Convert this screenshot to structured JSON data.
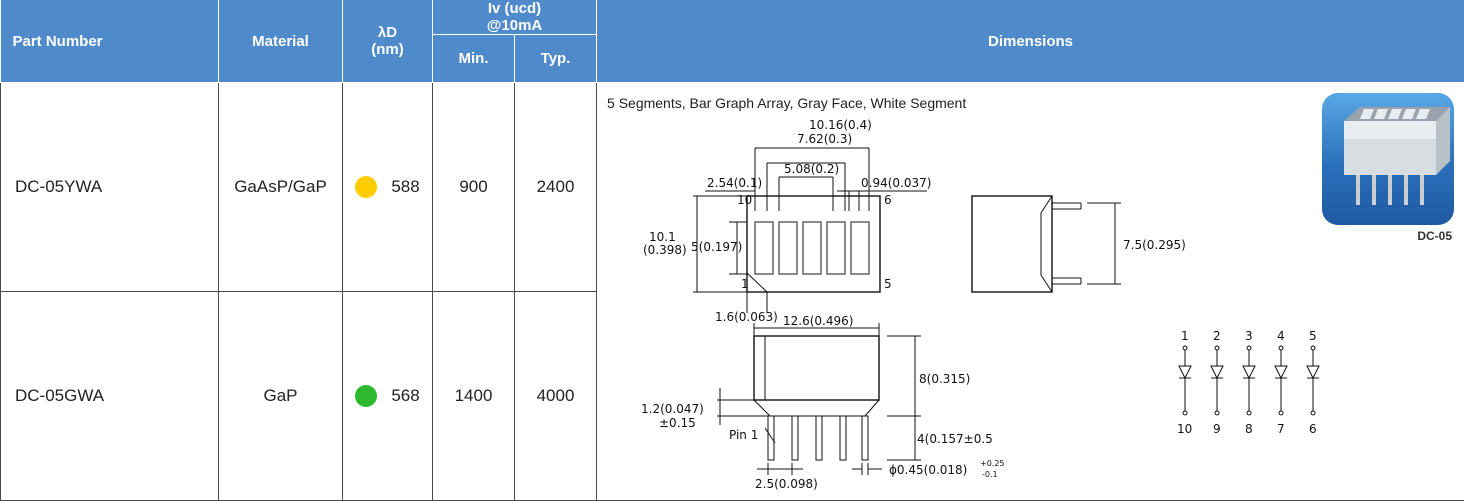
{
  "headers": {
    "part_number": "Part Number",
    "material": "Material",
    "lambda_line1": "λD",
    "lambda_line2": "(nm)",
    "iv_line1": "Iv (ucd)",
    "iv_line2": "@10mA",
    "min": "Min.",
    "typ": "Typ.",
    "dimensions": "Dimensions"
  },
  "rows": [
    {
      "part": "DC-05YWA",
      "material": "GaAsP/GaP",
      "color": "#ffcc00",
      "lambda": "588",
      "min": "900",
      "typ": "2400"
    },
    {
      "part": "DC-05GWA",
      "material": "GaP",
      "color": "#2eb82e",
      "lambda": "568",
      "min": "1400",
      "typ": "4000"
    }
  ],
  "dimensions": {
    "title": "5 Segments, Bar Graph Array, Gray Face, White Segment",
    "thumbnail_caption": "DC-05",
    "top_labels": {
      "w1": "10.16(0.4)",
      "w2": "7.62(0.3)",
      "w3": "5.08(0.2)",
      "w4": "2.54(0.1)",
      "w5": "0.94(0.037)",
      "pin10": "10",
      "pin6": "6",
      "pin1": "1",
      "pin5": "5",
      "h1a": "10.1",
      "h1b": "(0.398)",
      "h2": "5(0.197)",
      "bot": "1.6(0.063)"
    },
    "side_label": "7.5(0.295)",
    "front_labels": {
      "width": "12.6(0.496)",
      "height": "8(0.315)",
      "lead_a": "1.2(0.047)",
      "lead_b": "±0.15",
      "pin1": "Pin 1",
      "lead_len": "4(0.157±0.5",
      "pitch": "2.5(0.098)",
      "dia": "ϕ0.45(0.018)",
      "dia_tol_top": "+0.25",
      "dia_tol_bot": "-0.1"
    },
    "schematic": {
      "top_pins": [
        "1",
        "2",
        "3",
        "4",
        "5"
      ],
      "bottom_pins": [
        "10",
        "9",
        "8",
        "7",
        "6"
      ]
    }
  }
}
